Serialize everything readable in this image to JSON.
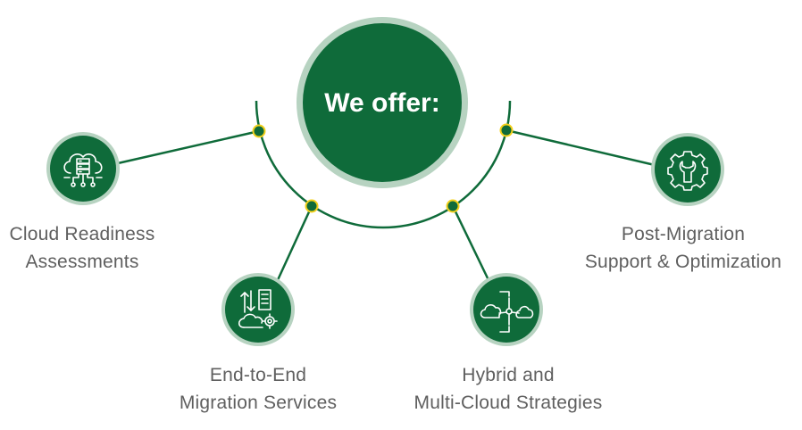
{
  "hub": {
    "title": "We offer:"
  },
  "services": [
    {
      "icon": "cloud-server-network-icon",
      "lines": [
        "Cloud Readiness",
        "Assessments"
      ]
    },
    {
      "icon": "server-migration-cloud-gear-icon",
      "lines": [
        "End-to-End",
        "Migration Services"
      ]
    },
    {
      "icon": "hybrid-multi-cloud-icon",
      "lines": [
        "Hybrid and",
        "Multi-Cloud Strategies"
      ]
    },
    {
      "icon": "gear-wrench-icon",
      "lines": [
        "Post-Migration",
        "Support & Optimization"
      ]
    }
  ],
  "colors": {
    "primary_green": "#0f6b3a",
    "ring_green": "#b7d3c1",
    "dot_yellow": "#f3d11b",
    "text_gray": "#5f5f5f"
  }
}
